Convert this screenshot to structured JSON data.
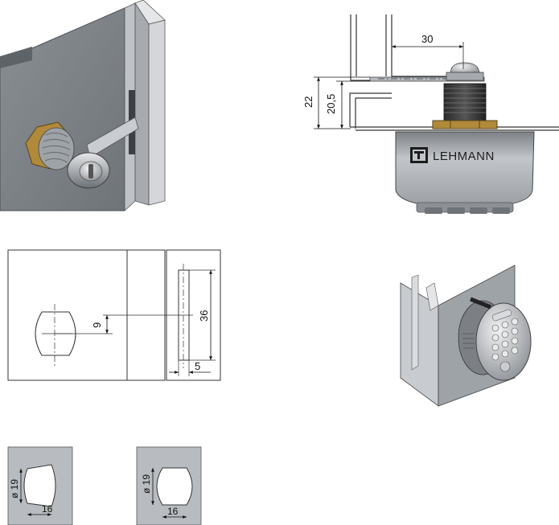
{
  "brand": {
    "name": "LEHMANN"
  },
  "mounting_detail": {
    "dimensions": {
      "offset": "30",
      "height_total": "22",
      "height_inner": "20,5"
    }
  },
  "front_cutout": {
    "dimensions": {
      "slot_height": "36",
      "offset_9": "9",
      "slot_width": "5"
    }
  },
  "hole_template_left": {
    "dimensions": {
      "diameter": "ø 19",
      "width": "16"
    }
  },
  "hole_template_right": {
    "dimensions": {
      "diameter": "ø 19",
      "width": "16"
    }
  },
  "colors": {
    "steel_light": "#c8cbcf",
    "steel_mid": "#9ea3a8",
    "steel_dark": "#6b7075",
    "brass": "#b08a3a",
    "housing": "#b9bcc0"
  }
}
